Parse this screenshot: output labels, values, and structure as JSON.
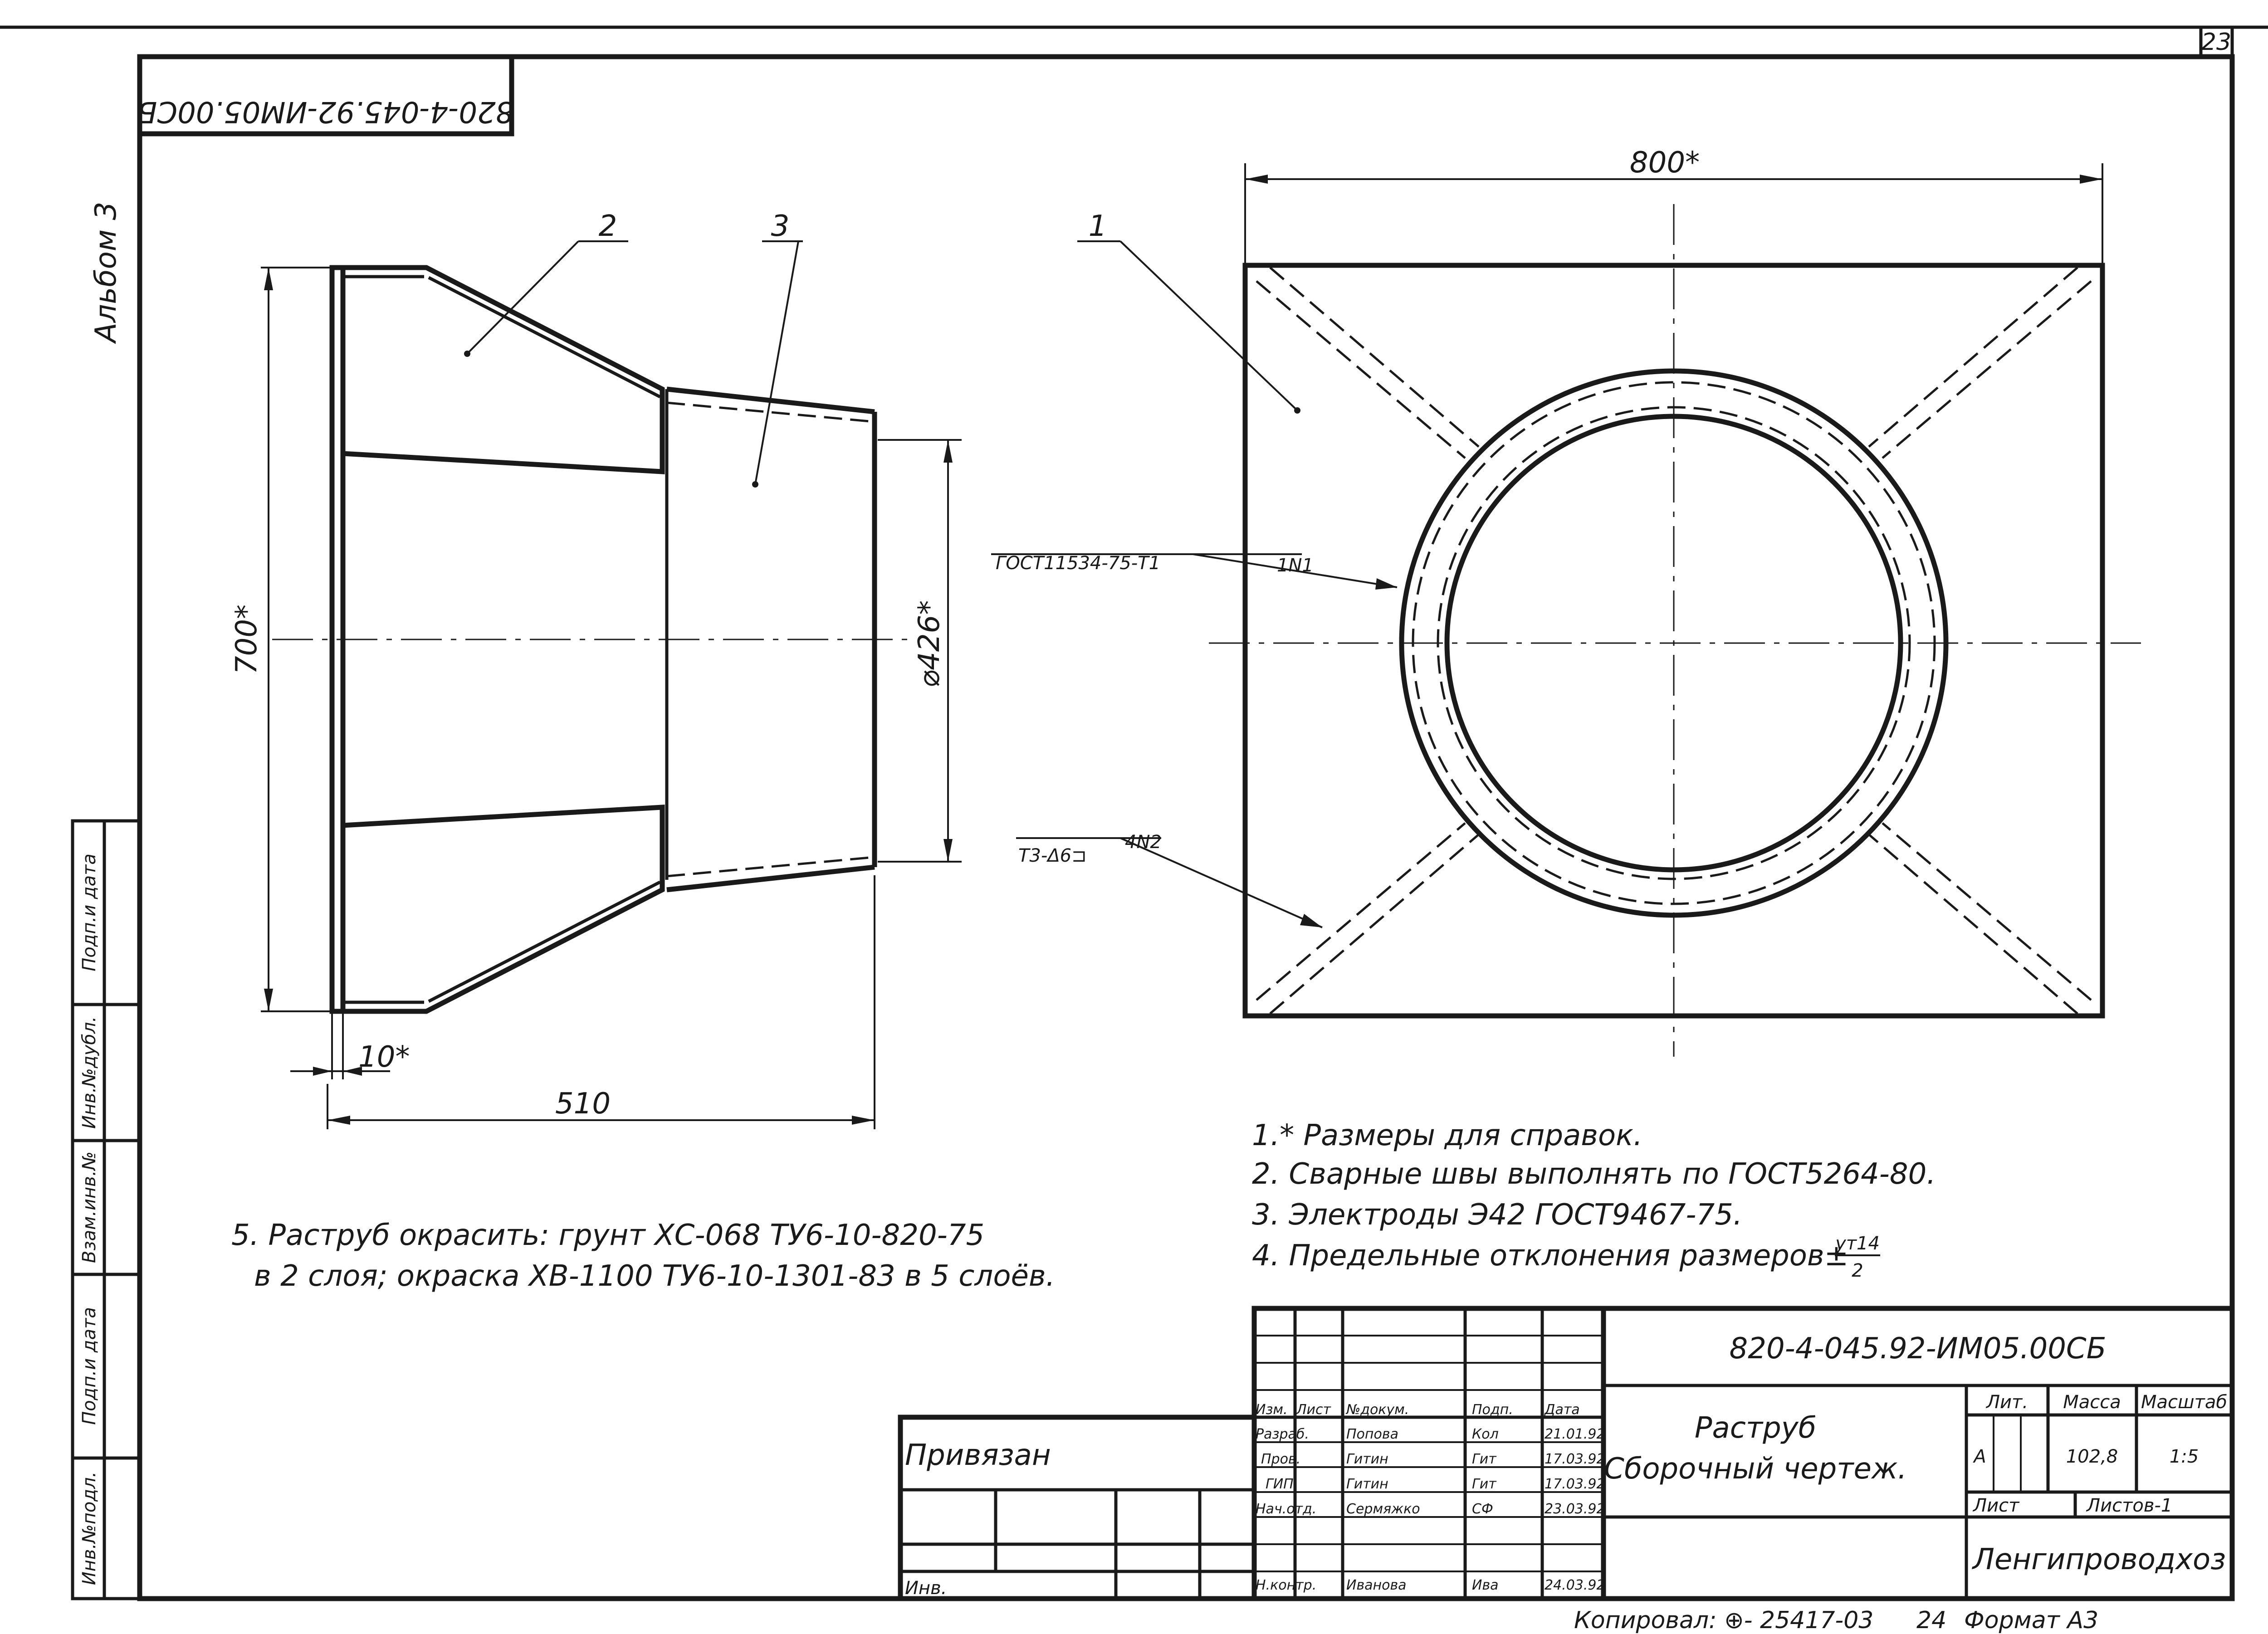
{
  "sheet": {
    "page_number": "23",
    "album": "Альбом 3",
    "code_mirrored": "820-4-045.92-ИМ05.00СБ"
  },
  "side_stamp": {
    "labels": [
      "Подп.и дата",
      "Инв.№дубл.",
      "Взам.инв.№",
      "Подп.и дата",
      "Инв.№подл."
    ]
  },
  "dimensions": {
    "width_total": "800*",
    "height_left": "700*",
    "diameter": "⌀426*",
    "thickness": "10*",
    "length": "510"
  },
  "callouts": {
    "part1": "1",
    "part2": "2",
    "part3": "3",
    "weld1_standard": "ГОСТ11534-75-Т1",
    "weld1_number": "1N1",
    "weld2_standard": "Т3-Δ6⊐",
    "weld2_number": "4N2"
  },
  "notes": {
    "items": [
      "1.* Размеры для справок.",
      "2. Сварные швы выполнять по ГОСТ5264-80.",
      "3. Электроды Э42 ГОСТ9467-75.",
      "4. Предельные отклонения размеров±"
    ],
    "tolerance_top": "ут14",
    "tolerance_bottom": "2",
    "paint_line1": "5. Раструб окрасить: грунт ХС-068 ТУ6-10-820-75",
    "paint_line2": "в 2 слоя; окраска ХВ-1100 ТУ6-10-1301-83 в 5 слоёв."
  },
  "title_block": {
    "code": "820-4-045.92-ИМ05.00СБ",
    "title_line1": "Раструб",
    "title_line2": "Сборочный чертеж.",
    "header_izm": "Изм.",
    "header_list": "Лист",
    "header_doc": "№докум.",
    "header_sign": "Подп.",
    "header_date": "Дата",
    "roles": [
      {
        "role": "Разраб.",
        "name": "Попова",
        "sign": "Кол",
        "date": "21.01.92"
      },
      {
        "role": "Пров.",
        "name": "Гитин",
        "sign": "Гит",
        "date": "17.03.92"
      },
      {
        "role": "ГИП",
        "name": "Гитин",
        "sign": "Гит",
        "date": "17.03.92"
      },
      {
        "role": "Нач.отд.",
        "name": "Сермяжко",
        "sign": "СФ",
        "date": "23.03.92"
      },
      {
        "role": "Н.контр.",
        "name": "Иванова",
        "sign": "Ива",
        "date": "24.03.92"
      }
    ],
    "lit_label": "Лит.",
    "mass_label": "Масса",
    "scale_label": "Масштаб",
    "lit_value": "А",
    "mass_value": "102,8",
    "scale_value": "1:5",
    "sheet_label": "Лист",
    "sheets_label": "Листов-1",
    "organization": "Ленгипроводхоз",
    "privyazan": "Привязан",
    "inv": "Инв."
  },
  "footer": {
    "copied": "Копировал: ⊕- 25417-03",
    "num": "24",
    "format": "Формат А3"
  }
}
